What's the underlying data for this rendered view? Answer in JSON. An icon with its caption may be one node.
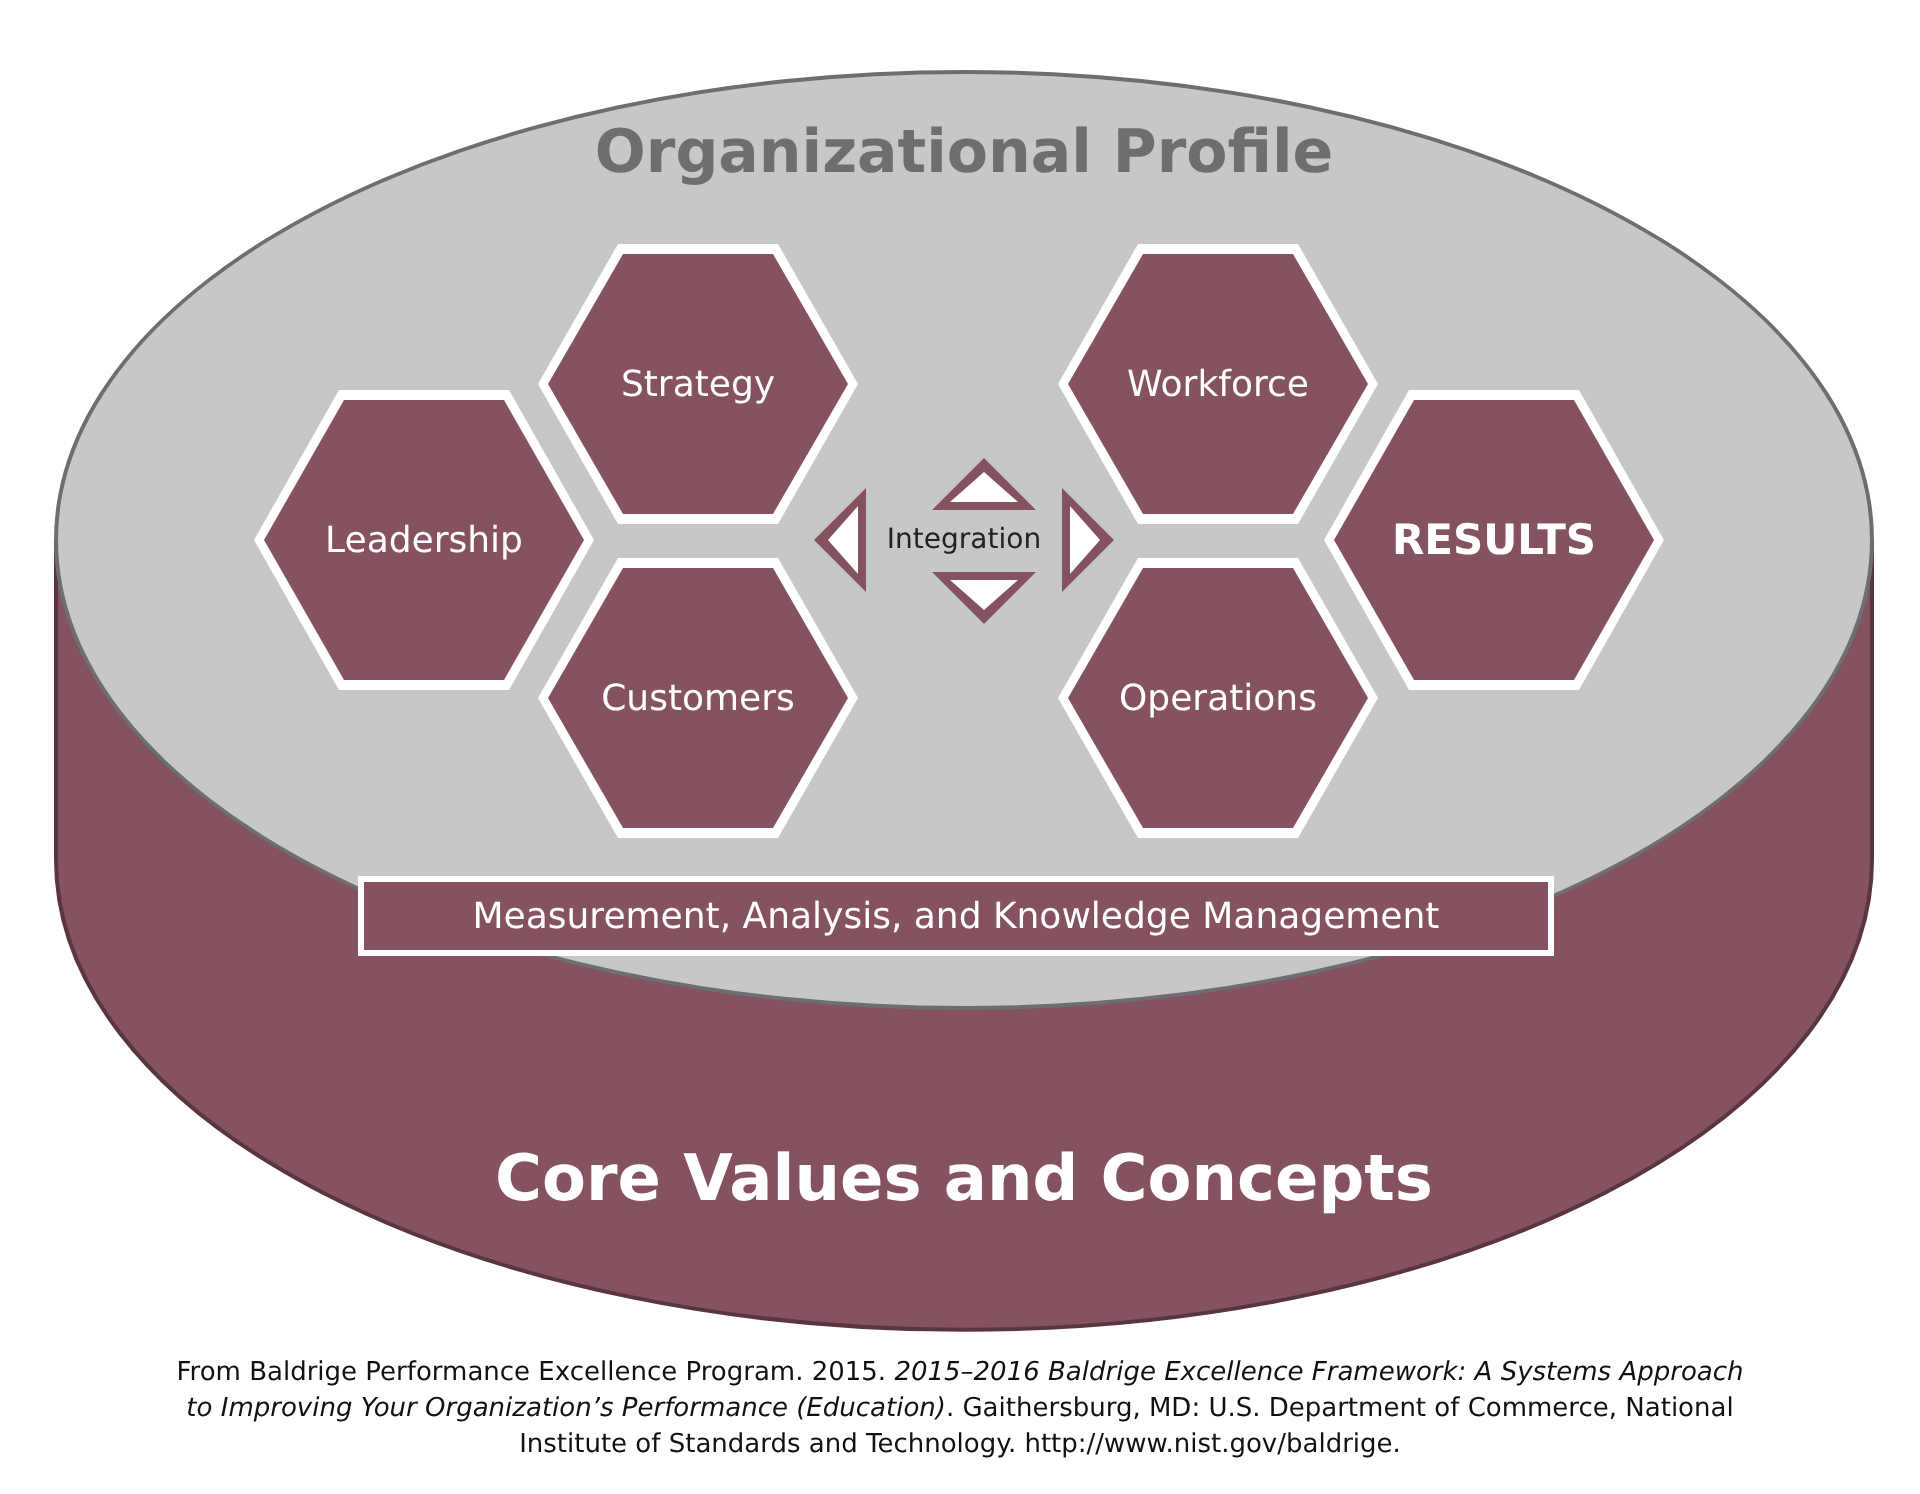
{
  "diagram": {
    "nodes": [
      {
        "text": [
          "Organizational Profile"
        ]
      },
      {
        "text": [
          "Strategy"
        ],
        "in": 0
      },
      {
        "text": [
          "Workforce"
        ],
        "in": 0
      },
      {
        "text": [
          "Leadership"
        ],
        "in": 0
      },
      {
        "text": [
          "Integration"
        ],
        "in": 0
      },
      {
        "text": [
          "RESULTS"
        ],
        "in": 0
      },
      {
        "text": [
          "Customers"
        ],
        "in": 0
      },
      {
        "text": [
          "Operations"
        ],
        "in": 0
      },
      {
        "text": [
          "Measurement, Analysis, and Knowledge Management"
        ],
        "in": 0
      },
      {
        "text": [
          "Core Values and Concepts"
        ]
      }
    ],
    "edges": [
      {
        "from": 4,
        "to": null,
        "arrow": "to"
      },
      {
        "from": 4,
        "to": null,
        "arrow": "to"
      },
      {
        "from": 4,
        "to": null,
        "arrow": "to"
      },
      {
        "from": 4,
        "to": null,
        "arrow": "to"
      }
    ],
    "caption": "From Baldrige Performance Excellence Program. 2015. *2015–2016 Baldrige Excellence Framework: A Systems Approach to Improving Your Organization’s Performance (Education)*. Gaithersburg, MD: U.S. Department of Commerce, National Institute of Standards and Technology. http://www.nist.gov/baldrige."
  }
}
